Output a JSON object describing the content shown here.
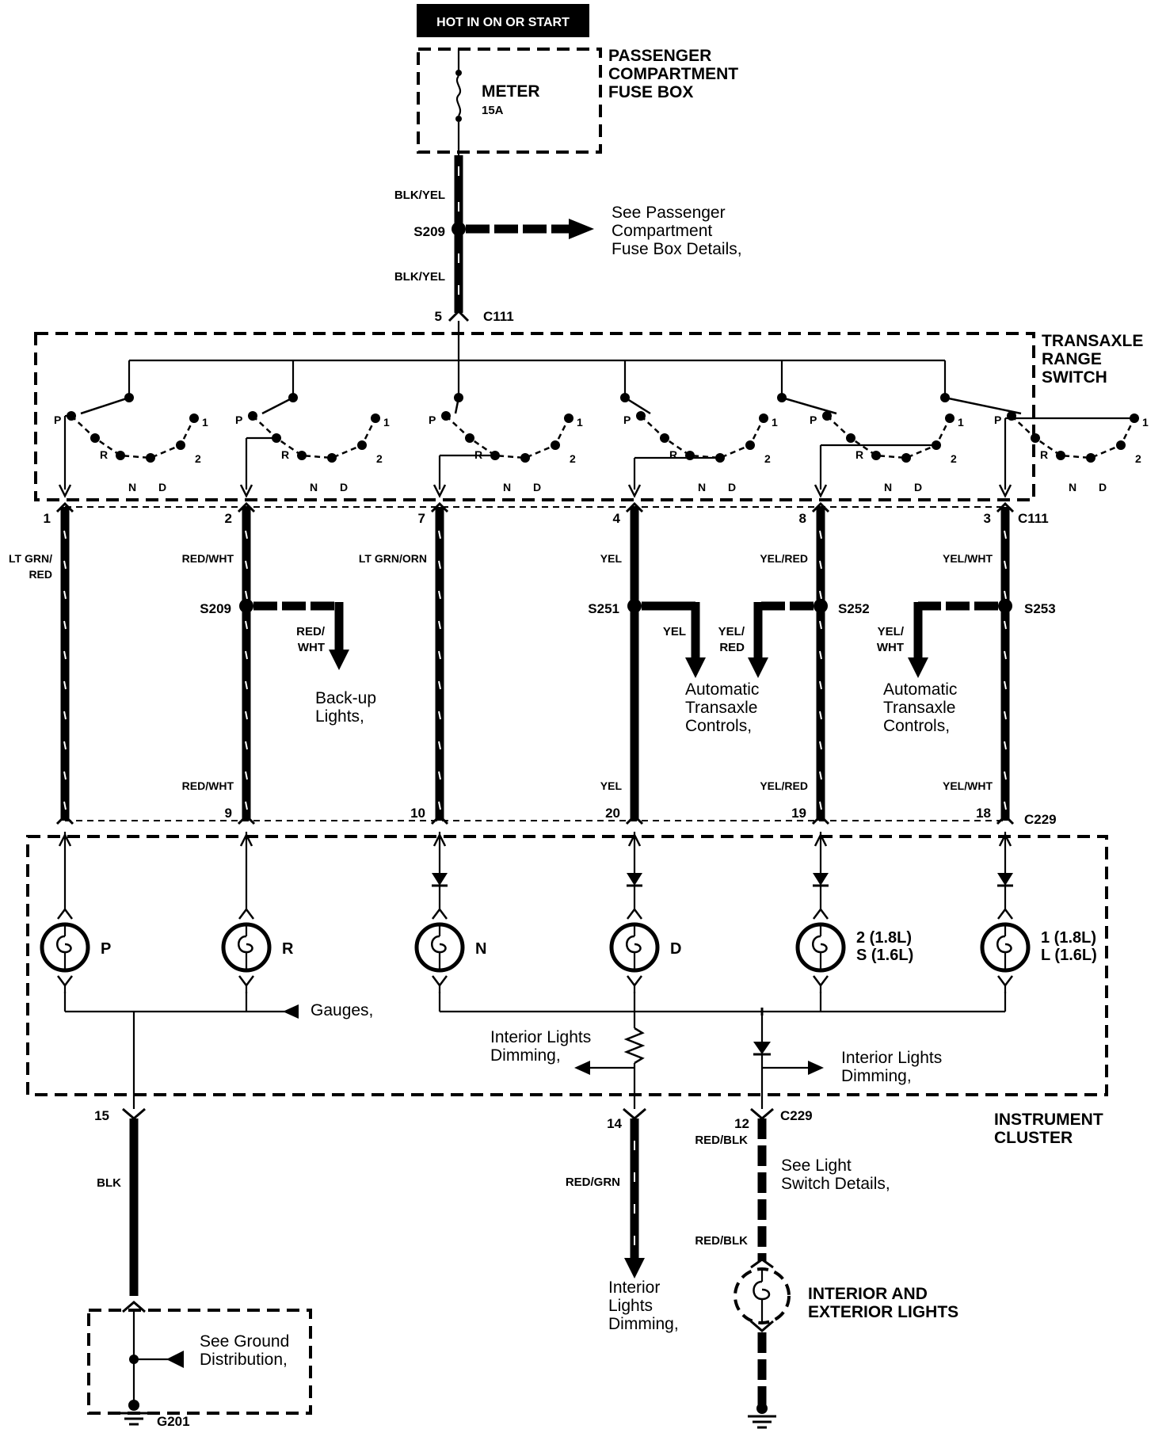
{
  "power": {
    "header": "HOT IN ON OR START",
    "fuse_box_label": [
      "PASSENGER",
      "COMPARTMENT",
      "FUSE BOX"
    ],
    "fuse_name": "METER",
    "fuse_rating": "15A"
  },
  "supply": {
    "wire_upper": "BLK/YEL",
    "wire_lower": "BLK/YEL",
    "splice": "S209",
    "splice_note": [
      "See Passenger",
      "Compartment",
      "Fuse Box Details,"
    ],
    "pin": "5",
    "connector": "C111"
  },
  "switch": {
    "label": [
      "TRANSAXLE",
      "RANGE",
      "SWITCH"
    ],
    "positions": [
      "P",
      "R",
      "N",
      "D",
      "2",
      "1"
    ],
    "connector": "C111"
  },
  "circuits": [
    {
      "pin_top": "1",
      "wire_top": "LT GRN/",
      "wire_top2": "RED",
      "wire_bottom": "",
      "pin_bottom": "15",
      "lamp": "P",
      "lamp2": ""
    },
    {
      "pin_top": "2",
      "wire_top": "RED/WHT",
      "wire_top2": "",
      "wire_bottom": "RED/WHT",
      "pin_bottom": "9",
      "lamp": "R",
      "lamp2": ""
    },
    {
      "pin_top": "7",
      "wire_top": "LT GRN/ORN",
      "wire_top2": "",
      "wire_bottom": "",
      "pin_bottom": "10",
      "lamp": "N",
      "lamp2": ""
    },
    {
      "pin_top": "4",
      "wire_top": "YEL",
      "wire_top2": "",
      "wire_bottom": "YEL",
      "pin_bottom": "20",
      "lamp": "D",
      "lamp2": ""
    },
    {
      "pin_top": "8",
      "wire_top": "YEL/RED",
      "wire_top2": "",
      "wire_bottom": "YEL/RED",
      "pin_bottom": "19",
      "lamp": "2 (1.8L)",
      "lamp2": "S (1.6L)"
    },
    {
      "pin_top": "3",
      "wire_top": "YEL/WHT",
      "wire_top2": "",
      "wire_bottom": "YEL/WHT",
      "pin_bottom": "18",
      "lamp": "1 (1.8L)",
      "lamp2": "L (1.6L)"
    }
  ],
  "splices": {
    "s209": {
      "name": "S209",
      "wire": [
        "RED/",
        "WHT"
      ],
      "dest": [
        "Back-up",
        "Lights,"
      ]
    },
    "s251": {
      "name": "S251",
      "wire": "YEL"
    },
    "s252": {
      "name": "S252",
      "wire": [
        "YEL/",
        "RED"
      ]
    },
    "s253": {
      "name": "S253",
      "wire": [
        "YEL/",
        "WHT"
      ]
    },
    "atc_left": [
      "Automatic",
      "Transaxle",
      "Controls,"
    ],
    "atc_right": [
      "Automatic",
      "Transaxle",
      "Controls,"
    ]
  },
  "cluster": {
    "connector_top": "C229",
    "label": [
      "INSTRUMENT",
      "CLUSTER"
    ],
    "gauges": "Gauges,",
    "dimming_left": [
      "Interior Lights",
      "Dimming,"
    ],
    "dimming_right": [
      "Interior Lights",
      "Dimming,"
    ],
    "connector_bottom": "C229"
  },
  "outputs": {
    "ground_pin": "15",
    "ground_wire": "BLK",
    "ground_note": [
      "See Ground",
      "Distribution,"
    ],
    "ground_name": "G201",
    "dim_pin": "14",
    "dim_wire": "RED/GRN",
    "dim_dest": [
      "Interior",
      "Lights",
      "Dimming,"
    ],
    "light_pin": "12",
    "light_wire_top": "RED/BLK",
    "light_wire_bottom": "RED/BLK",
    "light_note": [
      "See Light",
      "Switch Details,"
    ],
    "lights_label": [
      "INTERIOR AND",
      "EXTERIOR LIGHTS"
    ]
  }
}
